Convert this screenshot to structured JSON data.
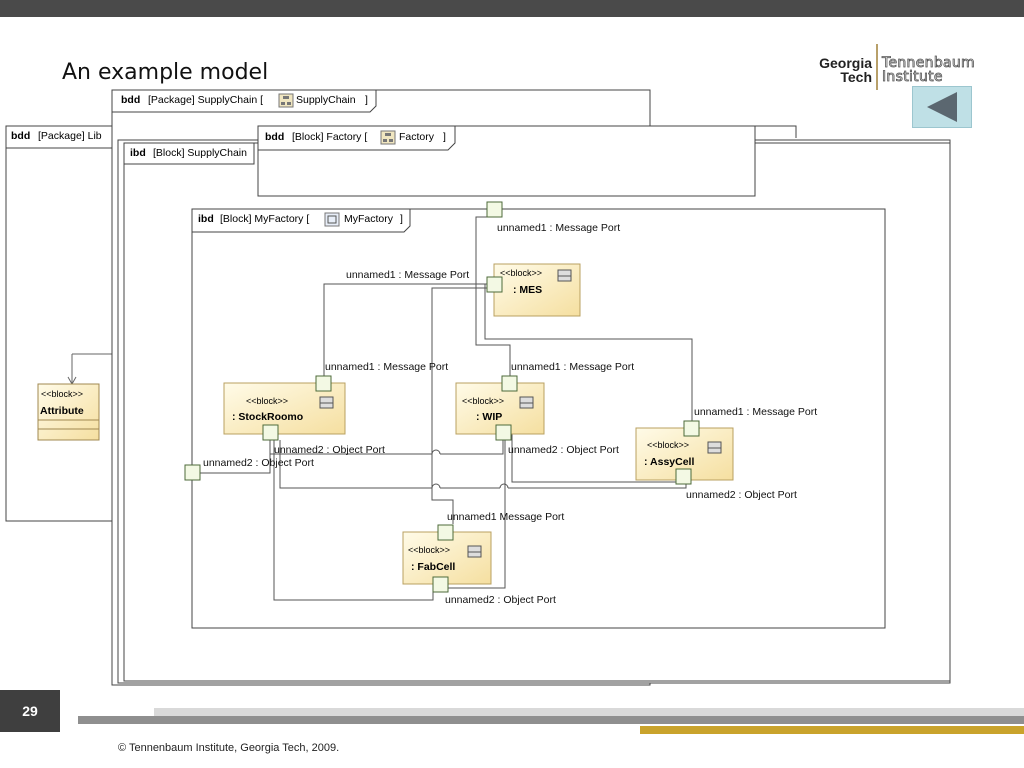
{
  "slide": {
    "title": "An example model",
    "page_number": "29",
    "copyright": "© Tennenbaum Institute, Georgia Tech, 2009."
  },
  "logo": {
    "line1": "Georgia",
    "line2": "Tech",
    "inst1": "Tennenbaum",
    "inst2": "Institute"
  },
  "colors": {
    "block_fill": "#fdf0c8",
    "block_border": "#b9a060",
    "port_fill": "#f3f9e4",
    "gold": "#c9a32c"
  },
  "frames": {
    "bdd_package_supplychain": {
      "kind": "bdd",
      "label": "[Package] SupplyChain [",
      "ref": "SupplyChain",
      "close": "]"
    },
    "bdd_package_lib": {
      "kind": "bdd",
      "label": "[Package] Lib"
    },
    "ibd_block_supplychain": {
      "kind": "ibd",
      "label": "[Block] SupplyChain"
    },
    "bdd_block_factory": {
      "kind": "bdd",
      "label": "[Block] Factory [",
      "ref": "Factory",
      "close": "]"
    },
    "ibd_block_myfactory": {
      "kind": "ibd",
      "label": "[Block] MyFactory [",
      "ref": "MyFactory",
      "close": "]"
    }
  },
  "attribute_block": {
    "stereotype": "<<block>>",
    "name": "Attribute"
  },
  "blocks": {
    "mes": {
      "stereotype": "<<block>>",
      "name": ": MES"
    },
    "stockroom": {
      "stereotype": "<<block>>",
      "name": ": StockRoomo"
    },
    "wip": {
      "stereotype": "<<block>>",
      "name": ": WIP"
    },
    "assycell": {
      "stereotype": "<<block>>",
      "name": ": AssyCell"
    },
    "fabcell": {
      "stereotype": "<<block>>",
      "name": ": FabCell"
    }
  },
  "port_labels": {
    "top_boundary": "unnamed1 : Message Port",
    "mes_left": "unnamed1 : Message Port",
    "stockroom_msg": "unnamed1 : Message Port",
    "wip_msg": "unnamed1 : Message Port",
    "assycell_msg": "unnamed1 : Message Port",
    "stockroom_obj": "unnamed2 : Object Port",
    "left_boundary": "unnamed2 : Object Port",
    "wip_obj": "unnamed2 : Object Port",
    "assycell_obj": "unnamed2 : Object Port",
    "fabcell_msg": "unnamed1  Message Port",
    "fabcell_obj": "unnamed2 : Object Port"
  }
}
